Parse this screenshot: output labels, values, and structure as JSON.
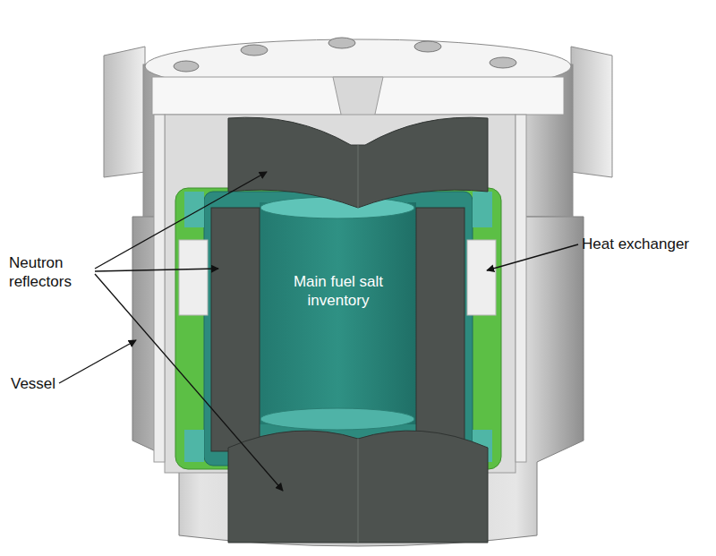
{
  "diagram": {
    "labels": [
      "Heat exchanger",
      "Neutron reflectors",
      "Main fuel salt inventory",
      "Vessel"
    ]
  }
}
